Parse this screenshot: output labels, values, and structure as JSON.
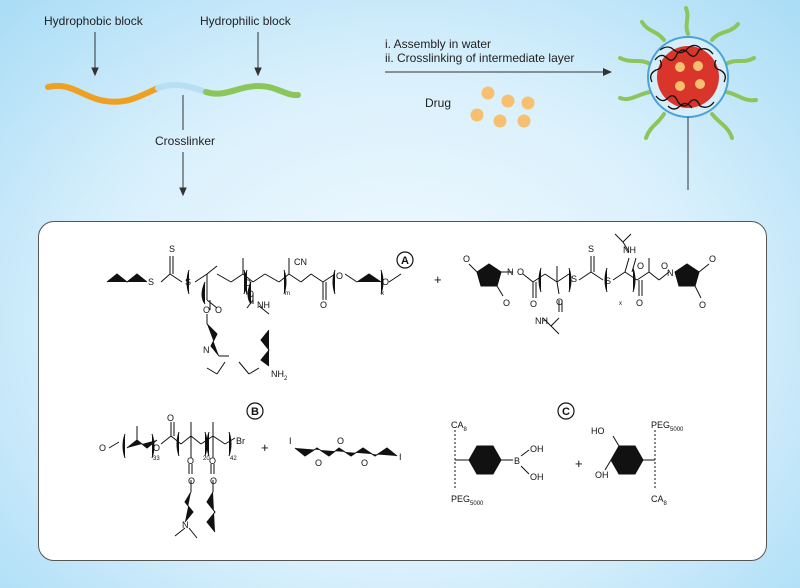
{
  "top": {
    "hydrophobic_label": "Hydrophobic block",
    "hydrophilic_label": "Hydrophilic block",
    "crosslinker_label": "Crosslinker",
    "step1": "i. Assembly in water",
    "step2": "ii. Crosslinking of intermediate layer",
    "drug_label": "Drug",
    "colors": {
      "hydrophobic": "#f0a020",
      "crosslinker": "#b7dff2",
      "hydrophilic": "#8cc65a",
      "core": "#d9352a",
      "drug": "#f6c070"
    }
  },
  "panel": {
    "A": {
      "badge": "A",
      "S": "S",
      "O": "O",
      "N": "N",
      "NH": "NH",
      "NH2": "NH",
      "NH2_sub": "2",
      "CN": "CN",
      "n": "n",
      "m": "m",
      "x": "x",
      "plus": "+"
    },
    "B": {
      "badge": "B",
      "O": "O",
      "N": "N",
      "Br": "Br",
      "I": "I",
      "sub33": "33",
      "sub20": "20",
      "sub42": "42",
      "plus": "+"
    },
    "C": {
      "badge": "C",
      "CA": "CA",
      "CA_sub": "8",
      "PEG": "PEG",
      "PEG_sub": "5000",
      "B": "B",
      "OH": "OH",
      "HO": "HO",
      "plus": "+"
    }
  }
}
